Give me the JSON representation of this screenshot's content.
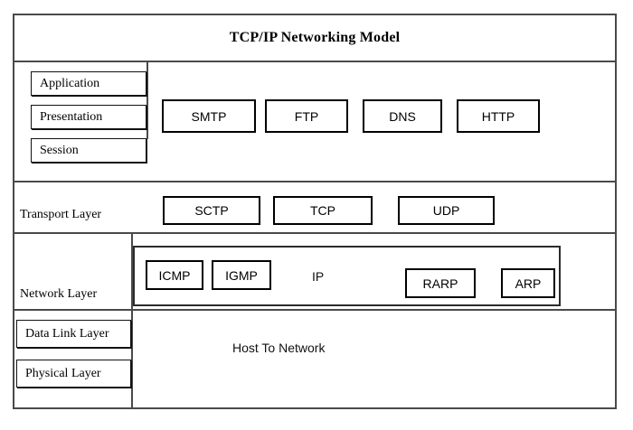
{
  "diagram": {
    "title": "TCP/IP Networking Model",
    "colors": {
      "frame": "#4a4a4a",
      "box_border": "#000000",
      "background": "#ffffff",
      "text": "#000000"
    },
    "bands": [
      {
        "name": "application",
        "osi_layers": [
          "Application",
          "Presentation",
          "Session"
        ],
        "protocols": [
          "SMTP",
          "FTP",
          "DNS",
          "HTTP"
        ]
      },
      {
        "name": "transport",
        "layer_label": "Transport Layer",
        "protocols": [
          "SCTP",
          "TCP",
          "UDP"
        ]
      },
      {
        "name": "network",
        "layer_label": "Network Layer",
        "container_label": "IP",
        "protocols": [
          "ICMP",
          "IGMP",
          "RARP",
          "ARP"
        ]
      },
      {
        "name": "host-to-network",
        "osi_layers": [
          "Data Link Layer",
          "Physical Layer"
        ],
        "label": "Host To Network"
      }
    ],
    "layers": {
      "application": "Application",
      "presentation": "Presentation",
      "session": "Session",
      "transport": "Transport Layer",
      "network": "Network Layer",
      "data_link": "Data Link Layer",
      "physical": "Physical Layer"
    },
    "protocols": {
      "smtp": "SMTP",
      "ftp": "FTP",
      "dns": "DNS",
      "http": "HTTP",
      "sctp": "SCTP",
      "tcp": "TCP",
      "udp": "UDP",
      "icmp": "ICMP",
      "igmp": "IGMP",
      "ip": "IP",
      "rarp": "RARP",
      "arp": "ARP"
    },
    "host_to_network": "Host To Network"
  }
}
